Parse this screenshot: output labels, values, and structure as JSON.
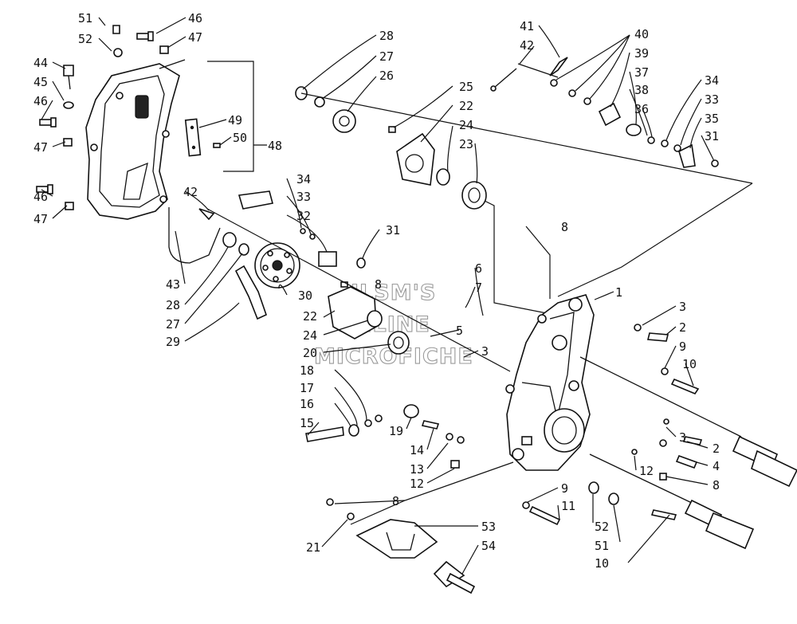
{
  "watermark": {
    "line1": "JLSM'S",
    "line2": "ONLINE",
    "line3": "MICROFICHE"
  },
  "callouts": [
    "51",
    "52",
    "46",
    "47",
    "44",
    "45",
    "46",
    "47",
    "46",
    "47",
    "49",
    "50",
    "48",
    "28",
    "27",
    "26",
    "25",
    "22",
    "24",
    "23",
    "41",
    "42",
    "40",
    "39",
    "37",
    "38",
    "36",
    "34",
    "33",
    "35",
    "31",
    "42",
    "34",
    "33",
    "32",
    "31",
    "43",
    "28",
    "27",
    "29",
    "30",
    "8",
    "22",
    "24",
    "20",
    "6",
    "7",
    "5",
    "3",
    "1",
    "3",
    "2",
    "9",
    "10",
    "18",
    "17",
    "16",
    "15",
    "19",
    "14",
    "13",
    "12",
    "8",
    "3",
    "2",
    "4",
    "12",
    "8",
    "9",
    "11",
    "52",
    "51",
    "10",
    "21",
    "53",
    "54",
    "8"
  ]
}
